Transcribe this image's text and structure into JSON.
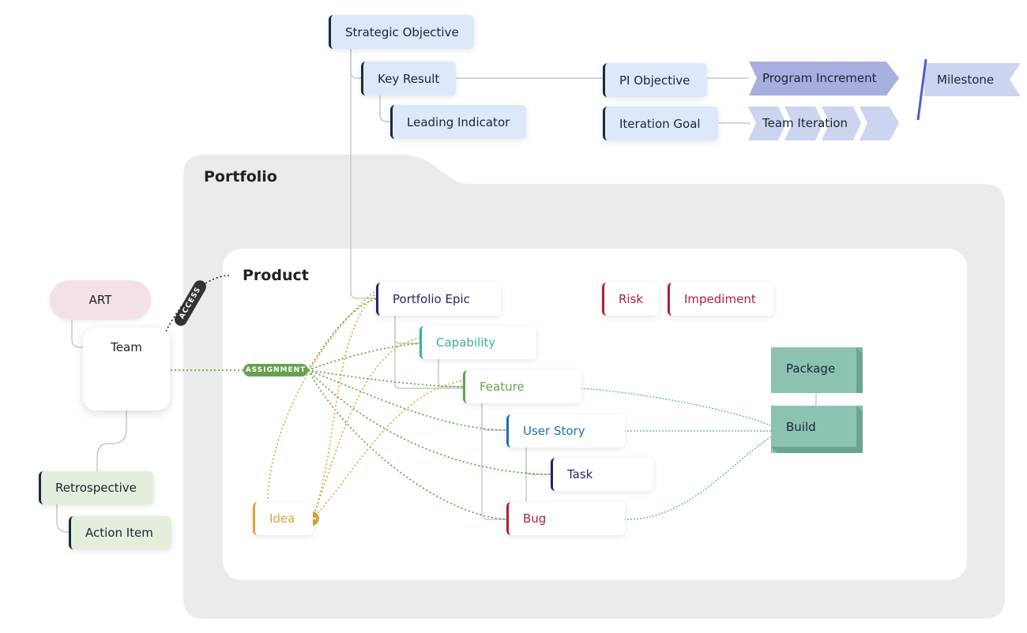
{
  "top": {
    "strategic_objective": "Strategic Objective",
    "key_result": "Key Result",
    "leading_indicator": "Leading Indicator",
    "pi_objective": "PI Objective",
    "iteration_goal": "Iteration Goal",
    "program_increment": "Program Increment",
    "team_iteration": "Team Iteration",
    "milestone": "Milestone"
  },
  "portfolio": {
    "label": "Portfolio"
  },
  "product": {
    "label": "Product",
    "portfolio_epic": "Portfolio Epic",
    "capability": "Capability",
    "feature": "Feature",
    "user_story": "User Story",
    "task": "Task",
    "bug": "Bug",
    "risk": "Risk",
    "impediment": "Impediment",
    "idea": "Idea",
    "package": "Package",
    "build": "Build"
  },
  "left": {
    "art": "ART",
    "team": "Team",
    "retrospective": "Retrospective",
    "action_item": "Action Item"
  },
  "badges": {
    "access": "ACCESS",
    "assignment": "ASSIGNMENT"
  },
  "colors": {
    "blue_card": "#dbe9fb",
    "purple": "#2b1f6b",
    "teal": "#3ab0a0",
    "green": "#67a14f",
    "story_blue": "#1f6fb0",
    "red": "#b01f3a",
    "gold": "#d9a73a",
    "build_teal": "#7fb9a8",
    "art_pink": "#f3e1e5"
  }
}
